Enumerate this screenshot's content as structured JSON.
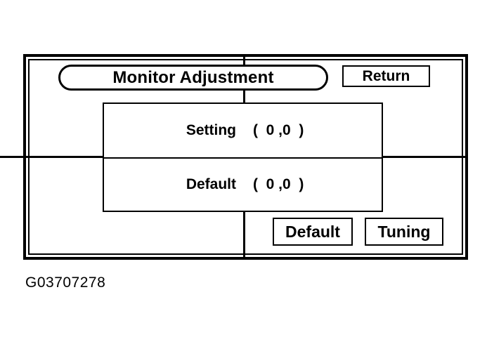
{
  "figure": {
    "caption": "G03707278",
    "background_color": "#ffffff",
    "line_color": "#000000"
  },
  "registration_marks": {
    "horizontal_line_label": "horizontal-registration-line",
    "vertical_line_label": "vertical-registration-line"
  },
  "screen": {
    "title": "Monitor Adjustment",
    "return_button_label": "Return",
    "table": {
      "rows": [
        {
          "label": "Setting",
          "value": "(  0 ,0  )"
        },
        {
          "label": "Default",
          "value": "(  0 ,0  )"
        }
      ]
    },
    "actions": [
      {
        "label": "Default"
      },
      {
        "label": "Tuning"
      }
    ]
  }
}
